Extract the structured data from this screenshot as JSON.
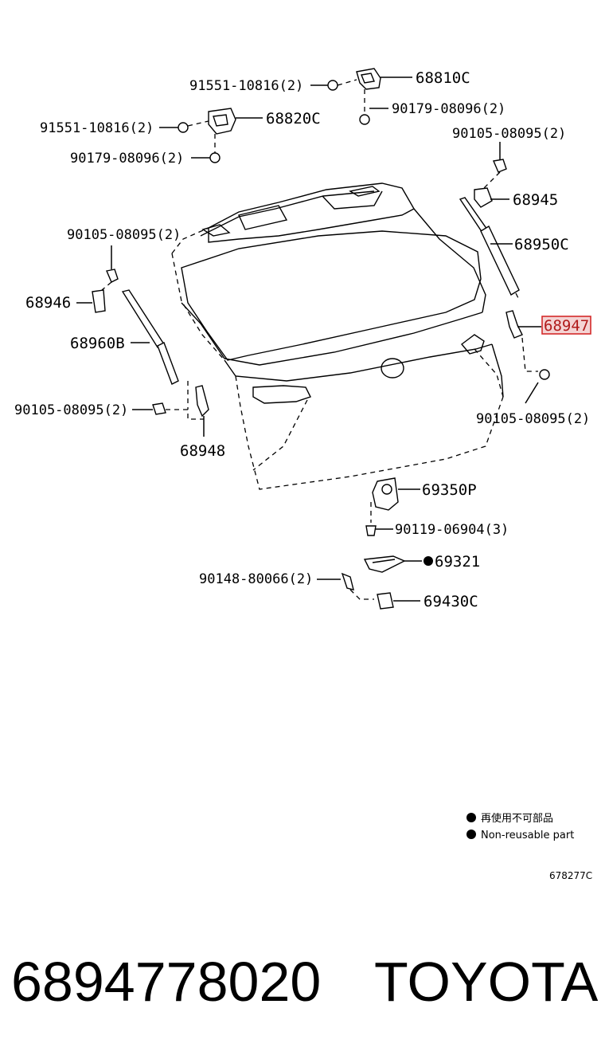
{
  "labels": {
    "bolt_91551_top": "91551-10816(2)",
    "hinge_68810C": "68810C",
    "bolt_90179_top": "90179-08096(2)",
    "bolt_91551_left": "91551-10816(2)",
    "hinge_68820C": "68820C",
    "bolt_90179_left": "90179-08096(2)",
    "bolt_90105_right_top": "90105-08095(2)",
    "bracket_68945": "68945",
    "stay_68950C": "68950C",
    "bracket_68947": "68947",
    "bolt_90105_right_bottom": "90105-08095(2)",
    "bolt_90105_left_top": "90105-08095(2)",
    "bracket_68946": "68946",
    "stay_68960B": "68960B",
    "bolt_90105_left_bottom": "90105-08095(2)",
    "bracket_68948": "68948",
    "lock_69350P": "69350P",
    "screw_90119": "90119-06904(3)",
    "part_69321": "69321",
    "screw_90148": "90148-80066(2)",
    "striker_69430C": "69430C"
  },
  "legend": {
    "line_jp": "再使用不可部品",
    "line_en": "Non-reusable part"
  },
  "figure_number": "678277C",
  "footer": {
    "part_number": "6894778020",
    "brand": "TOYOTA"
  },
  "colors": {
    "highlight_fill": "#f4d4d4",
    "highlight_stroke": "#d42a2a",
    "highlight_text": "#b01a1a"
  },
  "highlighted_part": "68947"
}
